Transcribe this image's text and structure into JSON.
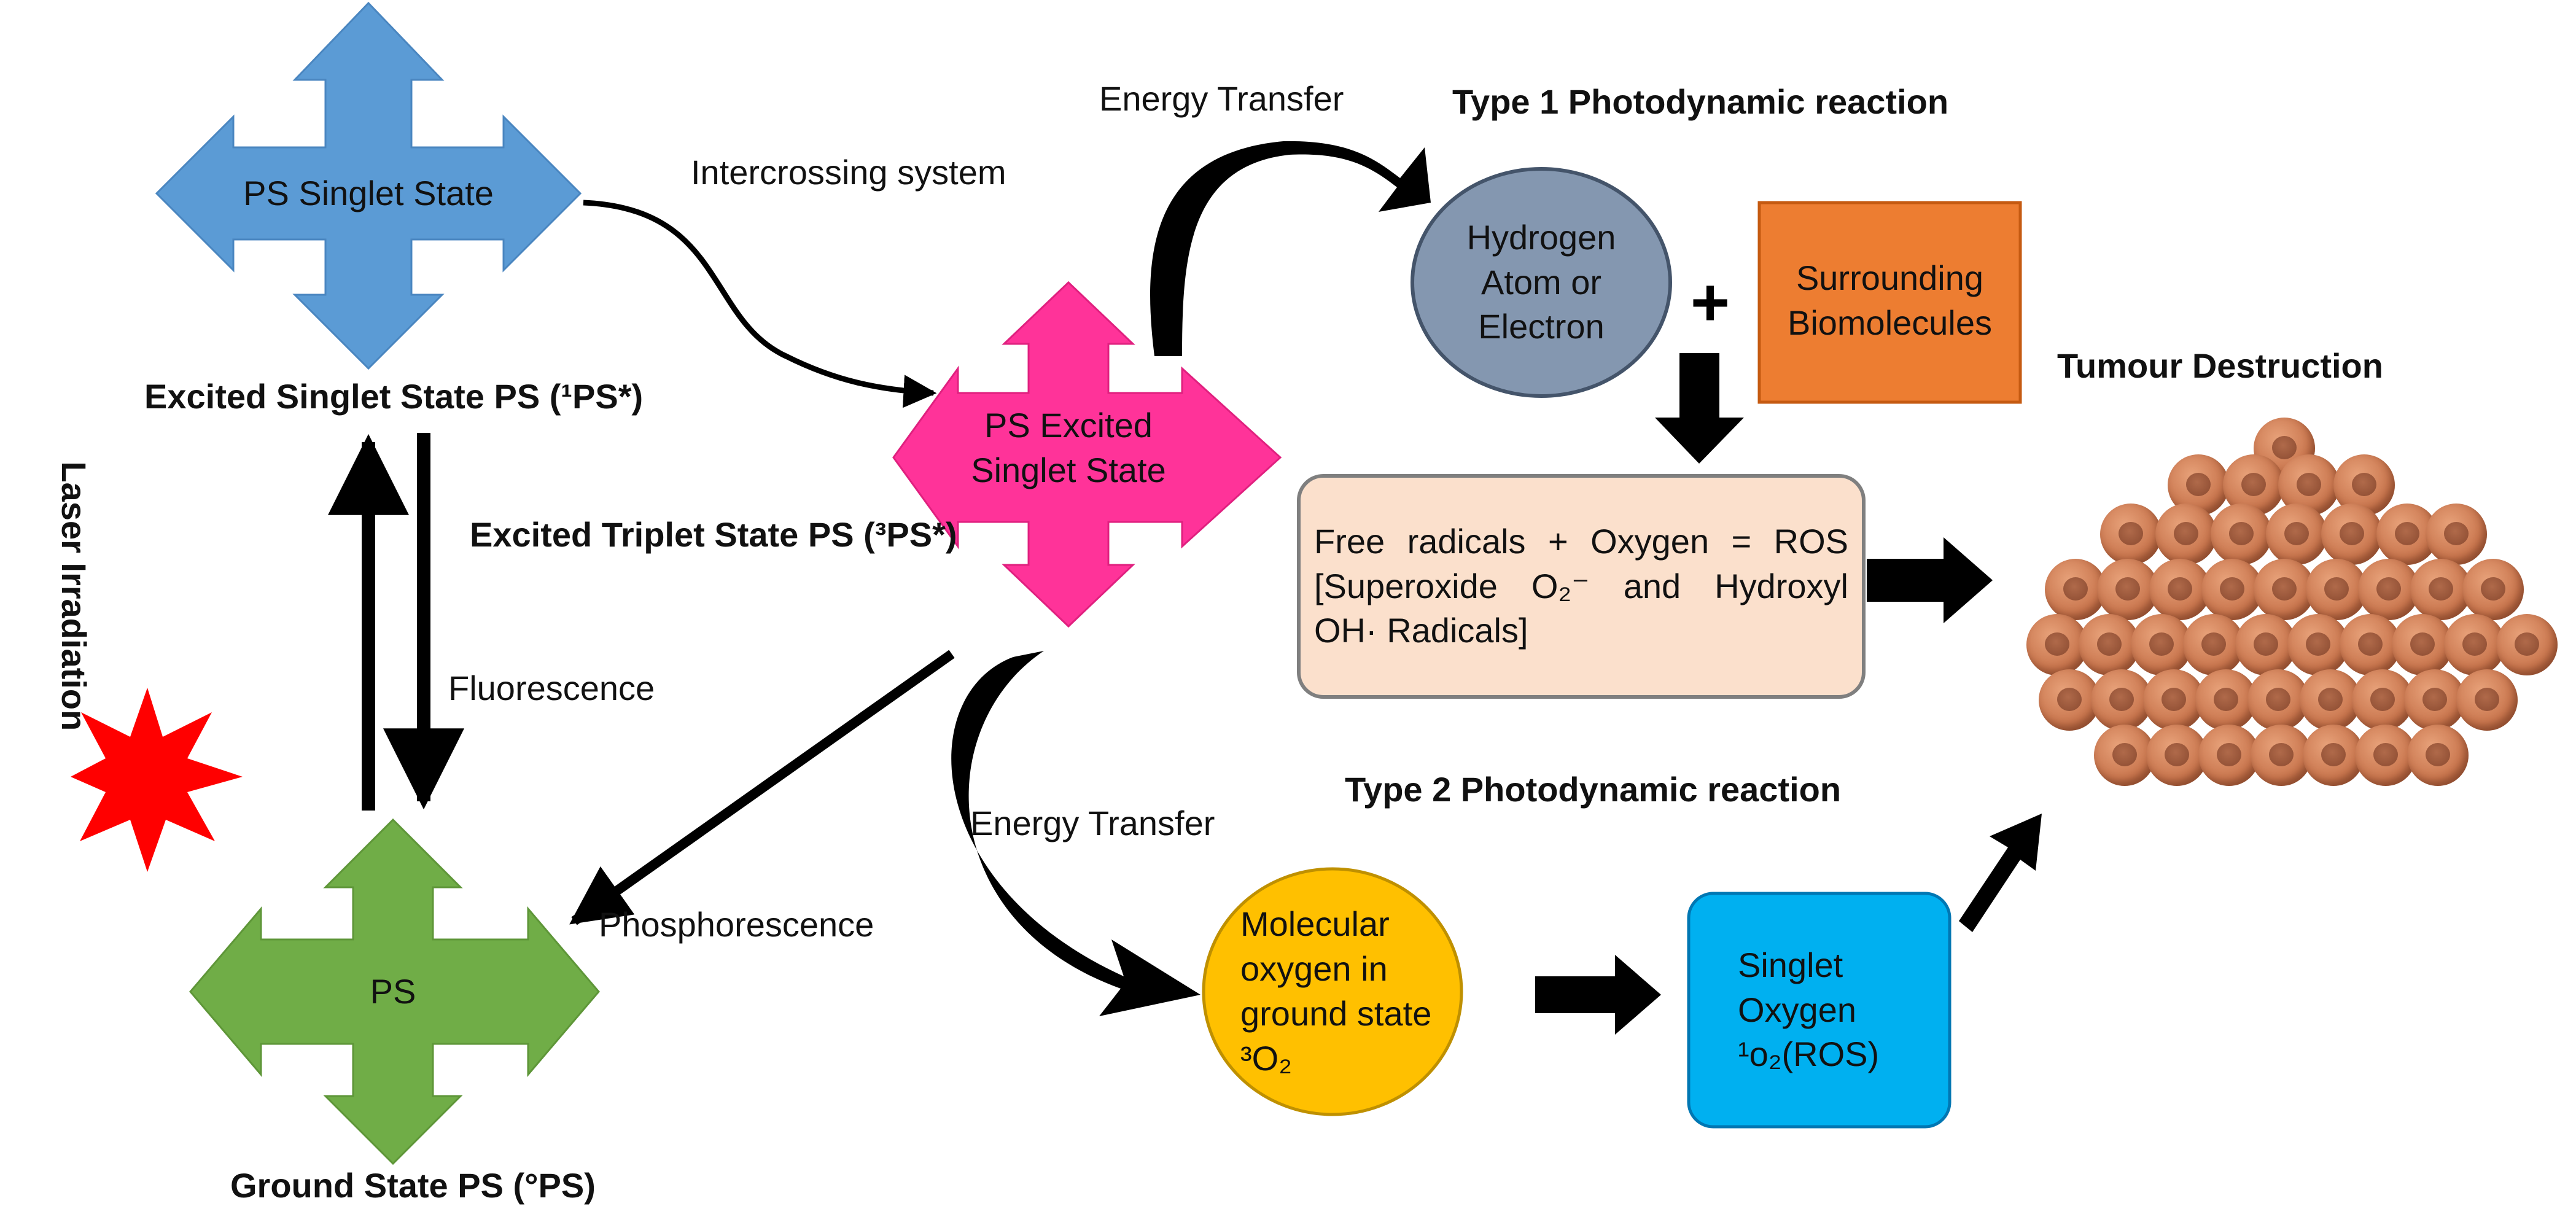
{
  "nodes": {
    "ps_singlet": "PS Singlet State",
    "ps_excited_l1": "PS Excited",
    "ps_excited_l2": "Singlet State",
    "ps": "PS",
    "hydrogen_l1": "Hydrogen",
    "hydrogen_l2": "Atom or",
    "hydrogen_l3": "Electron",
    "surround_l1": "Surrounding",
    "surround_l2": "Biomolecules",
    "ros_l1": "Free radicals + Oxygen = ROS",
    "ros_l2": "[Superoxide O₂⁻ and Hydroxyl",
    "ros_l3": "OH· Radicals]",
    "molox_l1": "Molecular",
    "molox_l2": "oxygen in",
    "molox_l3": "ground state",
    "molox_l4": "³O₂",
    "singlet_l1": "Singlet",
    "singlet_l2": "Oxygen",
    "singlet_l3": "¹o₂(ROS)"
  },
  "labels": {
    "excited_singlet": "Excited Singlet State PS (¹PS*)",
    "excited_triplet": "Excited Triplet State PS (³PS*)",
    "ground_state": "Ground State PS (°PS)",
    "laser": "Laser Irradiation",
    "fluorescence": "Fluorescence",
    "phosphorescence": "Phosphorescence",
    "intercrossing": "Intercrossing system",
    "energy_transfer_top": "Energy Transfer",
    "energy_transfer_bottom": "Energy Transfer",
    "type1": "Type 1 Photodynamic reaction",
    "type2": "Type 2 Photodynamic reaction",
    "tumour": "Tumour Destruction",
    "plus": "+"
  },
  "colors": {
    "ps_singlet": "#5b9bd5",
    "ps_excited": "#ff3399",
    "ps_ground": "#70ad47",
    "hydrogen": "#8497b0",
    "surrounding": "#ed7d31",
    "ros_box": "#fbe0cc",
    "molecular_oxygen": "#ffc000",
    "singlet_oxygen": "#00b0f0",
    "laser_star": "#ff0000"
  }
}
